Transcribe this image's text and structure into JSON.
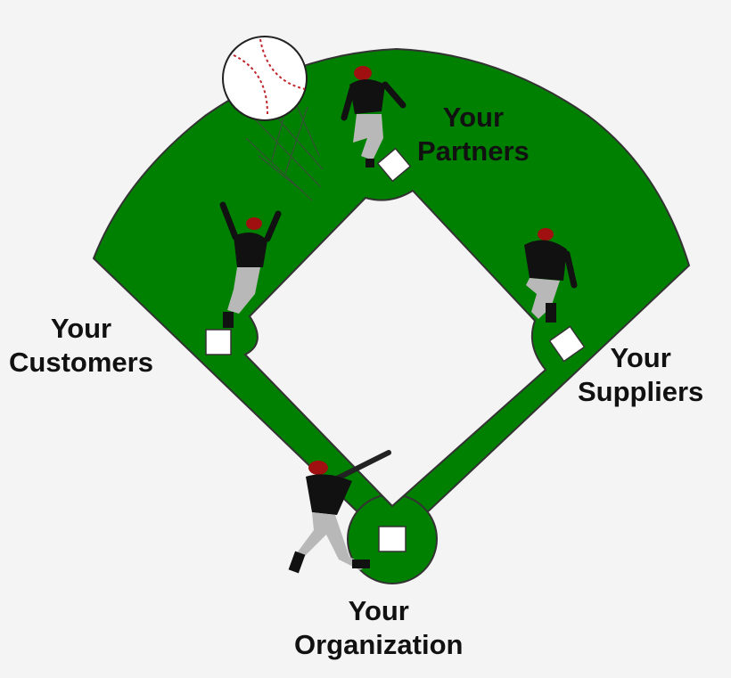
{
  "labels": {
    "partners": {
      "line1": "Your",
      "line2": "Partners"
    },
    "customers": {
      "line1": "Your",
      "line2": "Customers"
    },
    "suppliers": {
      "line1": "Your",
      "line2": "Suppliers"
    },
    "organization": {
      "line1": "Your",
      "line2": "Organization"
    }
  },
  "colors": {
    "field": "#008000",
    "infield": "#f4f4f4",
    "base": "#ffffff",
    "outline": "#333333",
    "player_jersey": "#111111",
    "player_pants": "#b8b8b8",
    "cap": "#a01010",
    "ball_stitch": "#c0272d"
  },
  "icons": [
    "baseball-icon",
    "baserunner-icon",
    "batter-icon",
    "base-icon"
  ]
}
